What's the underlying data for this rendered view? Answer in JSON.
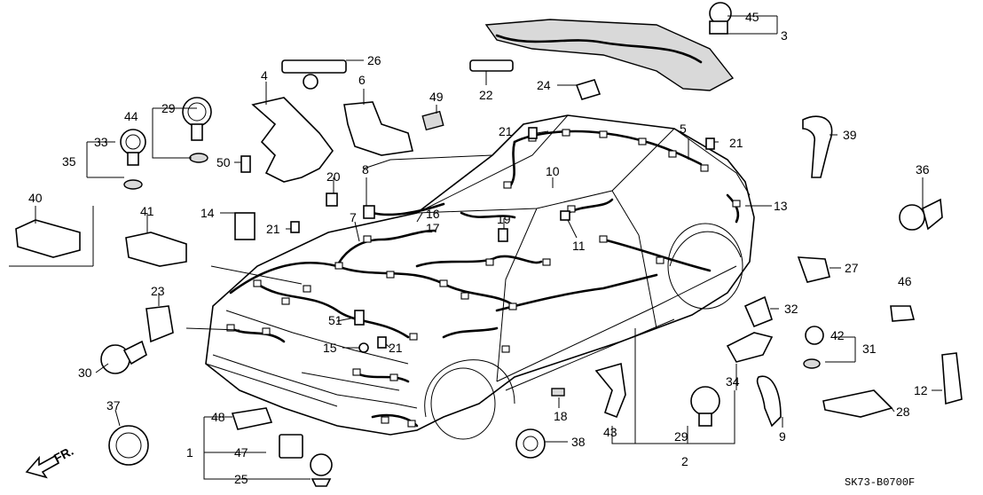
{
  "diagram": {
    "code": "SK73-B0700F",
    "direction_label": "FR.",
    "callouts": [
      "1",
      "2",
      "3",
      "4",
      "5",
      "6",
      "7",
      "8",
      "9",
      "10",
      "11",
      "12",
      "13",
      "14",
      "15",
      "16",
      "17",
      "18",
      "19",
      "20",
      "21",
      "22",
      "23",
      "24",
      "25",
      "26",
      "27",
      "28",
      "29",
      "30",
      "31",
      "32",
      "33",
      "34",
      "35",
      "36",
      "37",
      "38",
      "39",
      "40",
      "41",
      "42",
      "43",
      "44",
      "45",
      "46",
      "47",
      "48",
      "49",
      "50",
      "51"
    ]
  }
}
